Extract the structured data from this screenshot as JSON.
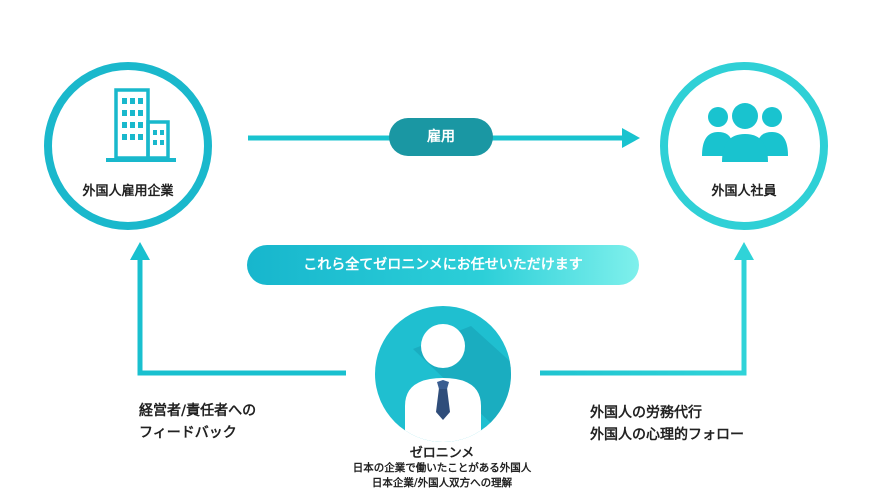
{
  "nodes": {
    "employer": {
      "label": "外国人雇用企業",
      "icon": "building-icon"
    },
    "employee": {
      "label": "外国人社員",
      "icon": "people-group-icon"
    },
    "zeronime": {
      "label": "ゼロニンメ",
      "icon": "person-with-tie-icon",
      "sub_lines": [
        "日本の企業で働いたことがある外国人",
        "日本企業/外国人双方への理解"
      ]
    }
  },
  "connectors": {
    "hire": {
      "label": "雇用"
    },
    "banner": {
      "text": "これら全てゼロニンメにお任せいただけます"
    }
  },
  "services": {
    "to_employer": {
      "lines": [
        "経営者/責任者への",
        "フィードバック"
      ]
    },
    "to_employee": {
      "lines": [
        "外国人の労務代行",
        "外国人の心理的フォロー"
      ]
    }
  },
  "colors": {
    "teal_dark": "#1a97a3",
    "teal": "#19c3cf",
    "teal_light": "#7ff0ec"
  }
}
